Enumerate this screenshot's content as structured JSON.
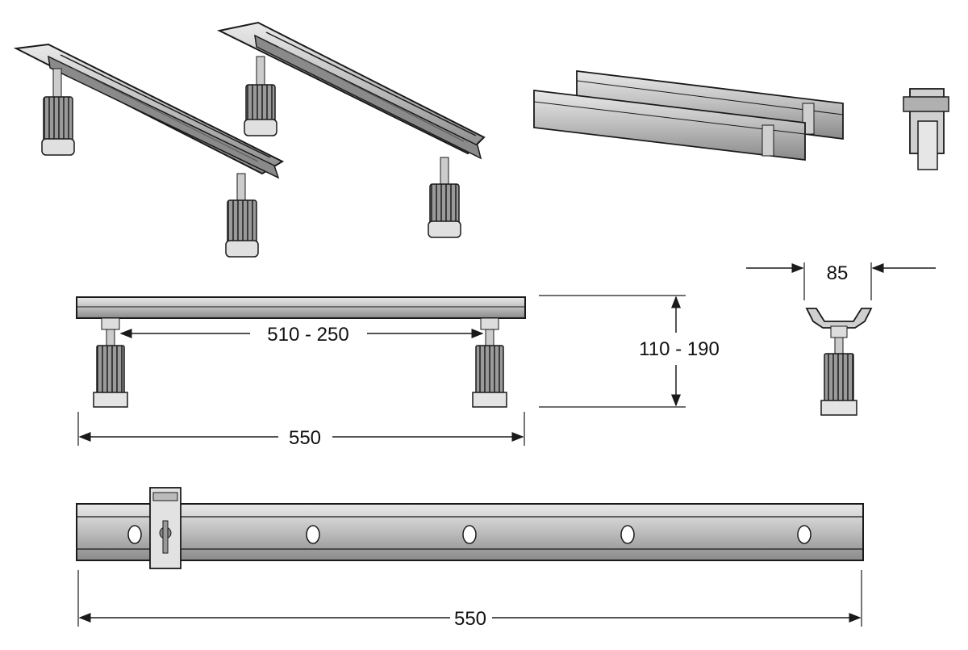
{
  "dimensions": {
    "leg_spacing": "510 - 250",
    "height_range": "110 - 190",
    "frame_length_top": "550",
    "bracket_width": "85",
    "rail_length": "550"
  },
  "colors": {
    "line": "#1a1a1a",
    "steel_light": "#d8d8d8",
    "steel_mid": "#a9a9a9",
    "steel_dark": "#5e5e5e",
    "foot": "#444444"
  }
}
